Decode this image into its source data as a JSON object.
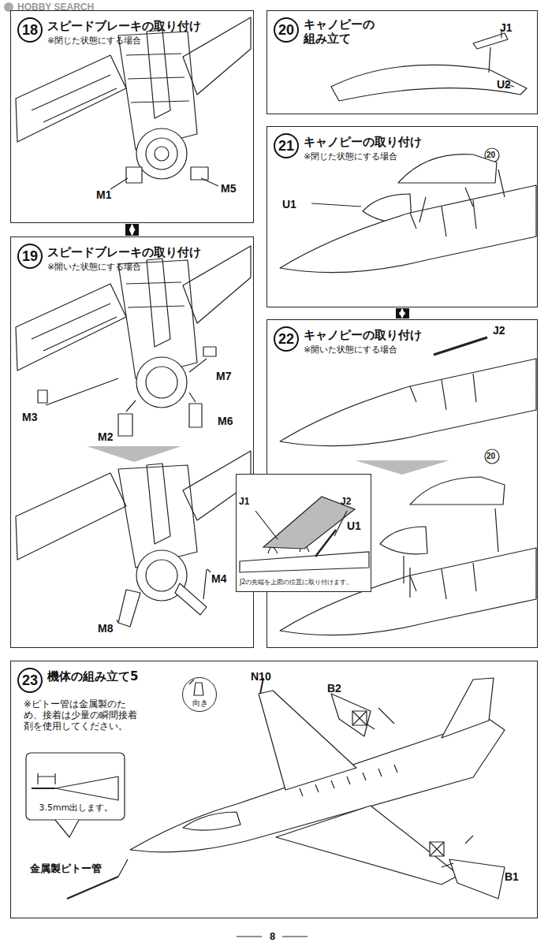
{
  "diagram": {
    "nodes": [
      {
        "text": [
          "18",
          "スピードブレーキの取り付け",
          "※閉じた状態にする場合"
        ]
      },
      {
        "text": [
          "19",
          "スピードブレーキの取り付け",
          "※開いた状態にする場合"
        ]
      },
      {
        "text": [
          "20",
          "キャノピーの 組み立て"
        ]
      },
      {
        "text": [
          "21",
          "キャノピーの取り付け",
          "※閉じた状態にする場合"
        ]
      },
      {
        "text": [
          "22",
          "キャノピーの取り付け",
          "※開いた状態にする場合"
        ]
      },
      {
        "text": [
          "J2の先端を上図の位置に取り付けます。"
        ],
        "in": 4
      },
      {
        "text": [
          "23",
          "機体の組み立て5",
          "※ピトー管は金属製のため、接着は少量の瞬間接着剤を使用してください。"
        ]
      },
      {
        "text": [
          "向き"
        ],
        "in": 6
      },
      {
        "text": [
          "3.5mm出します。"
        ],
        "in": 6
      }
    ],
    "edges": [
      {
        "from": 0,
        "to": 1,
        "arrow": "both"
      },
      {
        "from": 3,
        "to": 4,
        "arrow": "both"
      }
    ],
    "labels": [
      "HOBBY SEARCH",
      "M1",
      "M5",
      "M3",
      "M7",
      "M2",
      "M6",
      "M4",
      "M8",
      "J1",
      "U2",
      "20",
      "U1",
      "J2",
      "J1",
      "J2",
      "20",
      "U1",
      "N10",
      "B2",
      "B1",
      "金属製ピトー管",
      "8"
    ]
  }
}
